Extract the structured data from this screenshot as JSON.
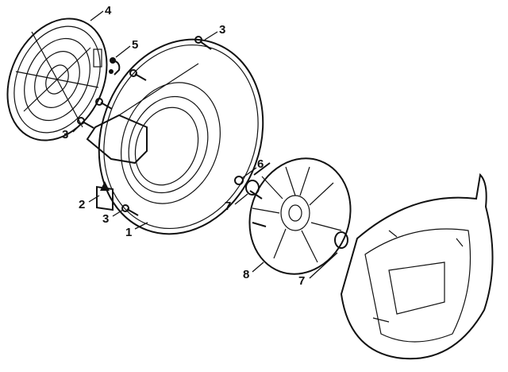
{
  "diagram": {
    "title": "Blower housing exploded parts view",
    "callouts": [
      {
        "id": "1",
        "label": "1",
        "part": "blower-housing"
      },
      {
        "id": "2",
        "label": "2",
        "part": "warning-label"
      },
      {
        "id": "3a",
        "label": "3",
        "part": "screw-top"
      },
      {
        "id": "3b",
        "label": "3",
        "part": "screw-left"
      },
      {
        "id": "3c",
        "label": "3",
        "part": "screw-bottom"
      },
      {
        "id": "4",
        "label": "4",
        "part": "intake-grille"
      },
      {
        "id": "5",
        "label": "5",
        "part": "spring-clip"
      },
      {
        "id": "6",
        "label": "6",
        "part": "nut"
      },
      {
        "id": "7a",
        "label": "7",
        "part": "washer-left"
      },
      {
        "id": "7b",
        "label": "7",
        "part": "washer-right"
      },
      {
        "id": "8",
        "label": "8",
        "part": "fan-wheel"
      }
    ]
  }
}
